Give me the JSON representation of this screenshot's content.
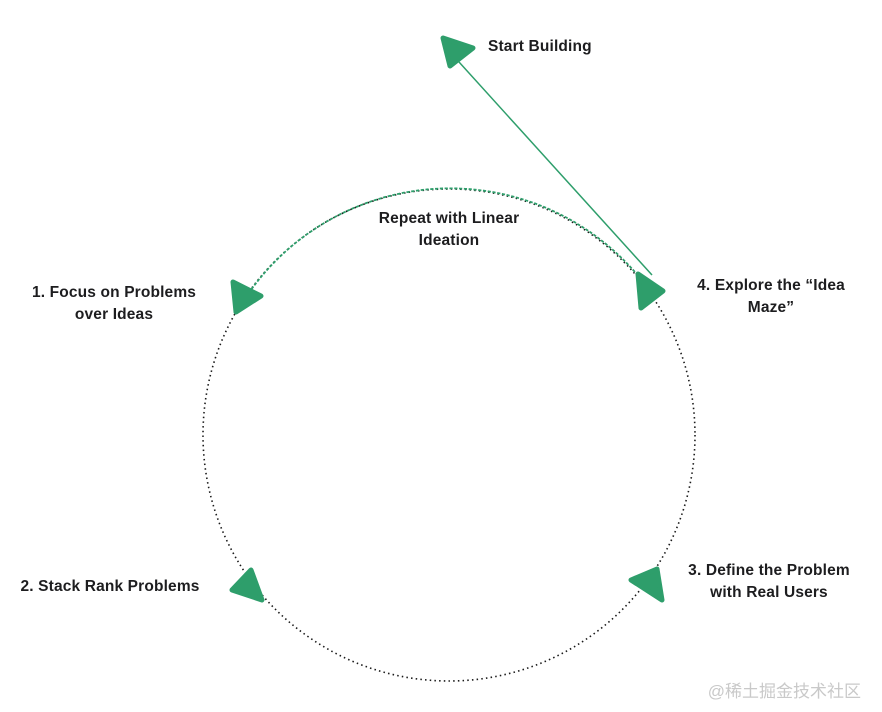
{
  "diagram": {
    "start_label": "Start Building",
    "center_label": {
      "line1": "Repeat with Linear",
      "line2": "Ideation"
    },
    "steps": {
      "step1": {
        "line1": "1. Focus on Problems",
        "line2": "over Ideas"
      },
      "step2": {
        "line1": "2. Stack Rank Problems"
      },
      "step3": {
        "line1": "3. Define the Problem",
        "line2": "with Real Users"
      },
      "step4": {
        "line1": "4. Explore the “Idea",
        "line2": "Maze”"
      }
    },
    "colors": {
      "accent_green": "#2E9E6B",
      "text": "#1D1D1F",
      "dotted_circle": "#1A1A1A",
      "watermark": "#C9C9C9",
      "background": "#FFFFFF"
    },
    "watermark": "@稀土掘金技术社区"
  }
}
